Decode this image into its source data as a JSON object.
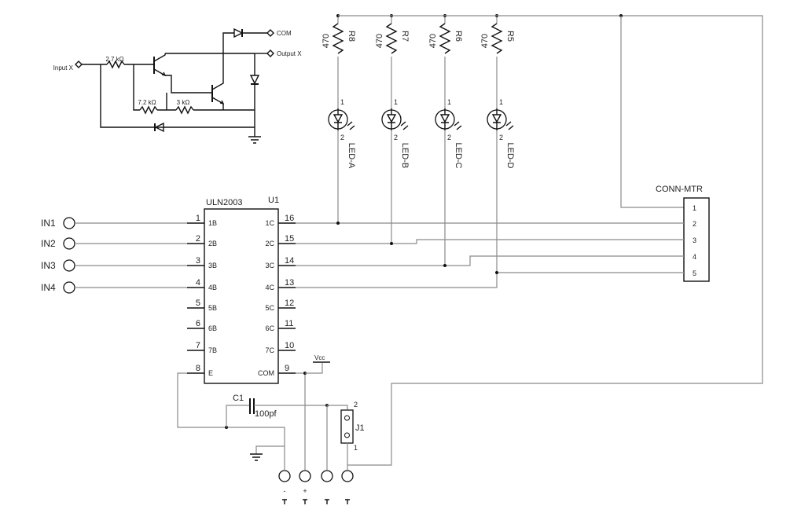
{
  "detail": {
    "input_label": "Input X",
    "r1_value": "2.7 kΩ",
    "r2_value": "7.2 kΩ",
    "r3_value": "3 kΩ",
    "com_label": "COM",
    "output_label": "Output X"
  },
  "resistors": [
    {
      "name": "R8",
      "value": "470"
    },
    {
      "name": "R7",
      "value": "470"
    },
    {
      "name": "R6",
      "value": "470"
    },
    {
      "name": "R5",
      "value": "470"
    }
  ],
  "leds": [
    {
      "name": "LED-A",
      "pin1": "1",
      "pin2": "2"
    },
    {
      "name": "LED-B",
      "pin1": "1",
      "pin2": "2"
    },
    {
      "name": "LED-C",
      "pin1": "1",
      "pin2": "2"
    },
    {
      "name": "LED-D",
      "pin1": "1",
      "pin2": "2"
    }
  ],
  "ic": {
    "part": "ULN2003",
    "ref": "U1",
    "left_pins": [
      {
        "num": "1",
        "name": "1B"
      },
      {
        "num": "2",
        "name": "2B"
      },
      {
        "num": "3",
        "name": "3B"
      },
      {
        "num": "4",
        "name": "4B"
      },
      {
        "num": "5",
        "name": "5B"
      },
      {
        "num": "6",
        "name": "6B"
      },
      {
        "num": "7",
        "name": "7B"
      },
      {
        "num": "8",
        "name": "E"
      }
    ],
    "right_pins": [
      {
        "num": "16",
        "name": "1C"
      },
      {
        "num": "15",
        "name": "2C"
      },
      {
        "num": "14",
        "name": "3C"
      },
      {
        "num": "13",
        "name": "4C"
      },
      {
        "num": "12",
        "name": "5C"
      },
      {
        "num": "11",
        "name": "6C"
      },
      {
        "num": "10",
        "name": "7C"
      },
      {
        "num": "9",
        "name": "COM"
      }
    ]
  },
  "inputs": [
    "IN1",
    "IN2",
    "IN3",
    "IN4"
  ],
  "connector": {
    "name": "CONN-MTR",
    "pins": [
      "1",
      "2",
      "3",
      "4",
      "5"
    ]
  },
  "vcc_label": "Vcc",
  "capacitor": {
    "name": "C1",
    "value": "100pf"
  },
  "jumper": {
    "name": "J1",
    "pin2": "2",
    "pin1": "1"
  },
  "terminal_labels": [
    "-",
    "+",
    "",
    ""
  ]
}
